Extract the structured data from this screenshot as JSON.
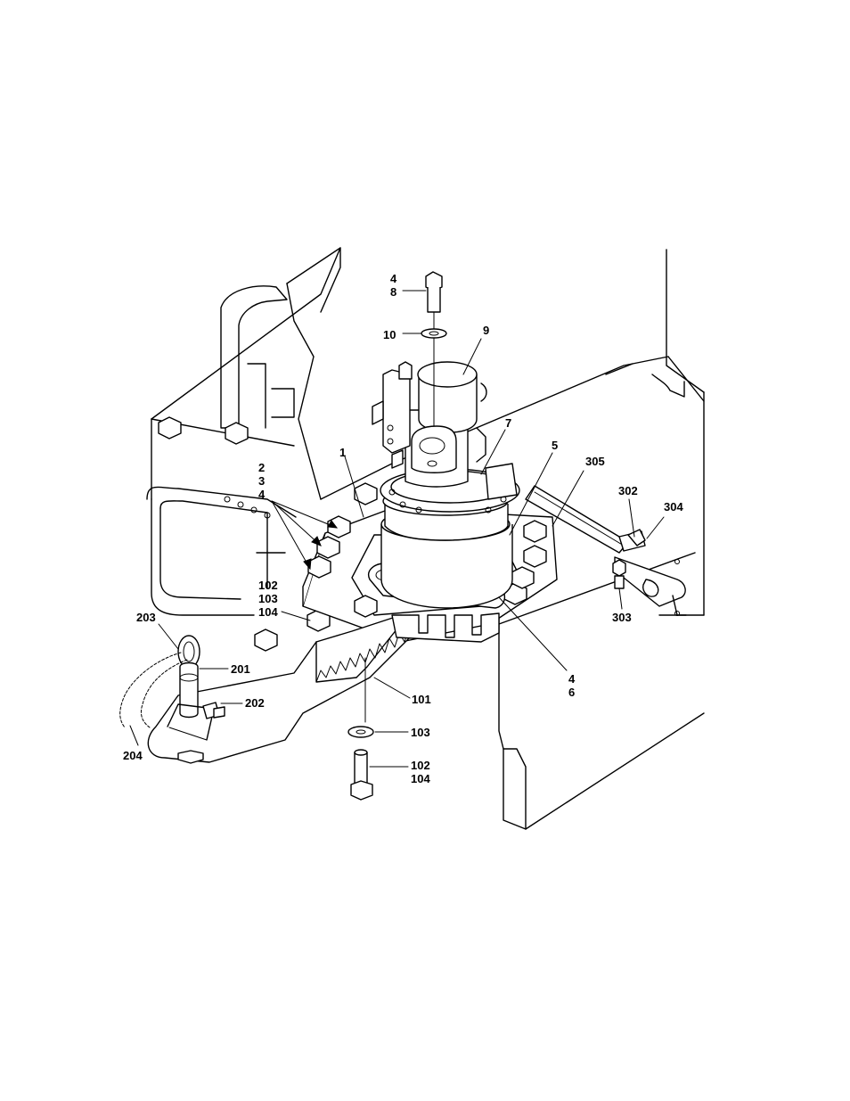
{
  "callouts": [
    {
      "id": "c-4a",
      "text": "4"
    },
    {
      "id": "c-8",
      "text": "8"
    },
    {
      "id": "c-10",
      "text": "10"
    },
    {
      "id": "c-9",
      "text": "9"
    },
    {
      "id": "c-7",
      "text": "7"
    },
    {
      "id": "c-1",
      "text": "1"
    },
    {
      "id": "c-5",
      "text": "5"
    },
    {
      "id": "c-305",
      "text": "305"
    },
    {
      "id": "c-2",
      "text": "2"
    },
    {
      "id": "c-3",
      "text": "3"
    },
    {
      "id": "c-4b",
      "text": "4"
    },
    {
      "id": "c-302",
      "text": "302"
    },
    {
      "id": "c-304",
      "text": "304"
    },
    {
      "id": "c-102a",
      "text": "102"
    },
    {
      "id": "c-103a",
      "text": "103"
    },
    {
      "id": "c-104a",
      "text": "104"
    },
    {
      "id": "c-303",
      "text": "303"
    },
    {
      "id": "c-203",
      "text": "203"
    },
    {
      "id": "c-201",
      "text": "201"
    },
    {
      "id": "c-4c",
      "text": "4"
    },
    {
      "id": "c-6",
      "text": "6"
    },
    {
      "id": "c-202",
      "text": "202"
    },
    {
      "id": "c-101",
      "text": "101"
    },
    {
      "id": "c-103b",
      "text": "103"
    },
    {
      "id": "c-204",
      "text": "204"
    },
    {
      "id": "c-102b",
      "text": "102"
    },
    {
      "id": "c-104b",
      "text": "104"
    }
  ]
}
